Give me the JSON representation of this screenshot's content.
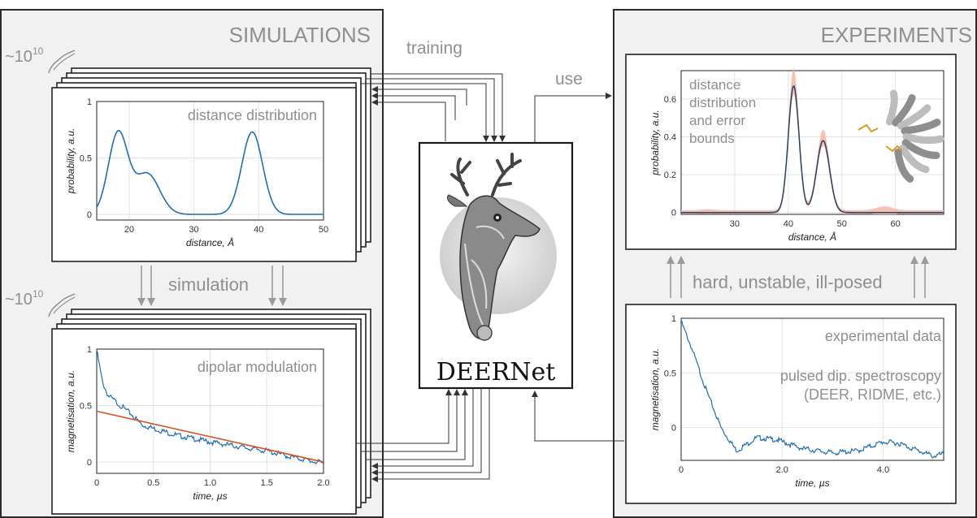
{
  "sections": {
    "simulations_title": "SIMULATIONS",
    "experiments_title": "EXPERIMENTS"
  },
  "stack_counts": {
    "top": {
      "base": "~10",
      "exp": "10"
    },
    "bottom": {
      "base": "~10",
      "exp": "10"
    }
  },
  "flow_labels": {
    "training": "training",
    "use": "use",
    "simulation": "simulation",
    "hard": "hard, unstable, ill-posed"
  },
  "network": {
    "name": "DEERNet"
  },
  "plots": {
    "sim_distance": {
      "label": "distance distribution",
      "xlabel": "distance, Å",
      "ylabel": "probability, a.u.",
      "xticks": [
        "20",
        "30",
        "40",
        "50"
      ],
      "yticks": [
        "0",
        "0.5",
        "1"
      ]
    },
    "sim_dipolar": {
      "label": "dipolar modulation",
      "xlabel": "time, µs",
      "ylabel": "magnetisation, a.u.",
      "xticks": [
        "0",
        "0.5",
        "1.0",
        "1.5",
        "2.0"
      ],
      "yticks": [
        "0",
        "0.5",
        "1"
      ]
    },
    "exp_distance": {
      "label_lines": [
        "distance",
        "distribution",
        "and error",
        "bounds"
      ],
      "xlabel": "distance, Å",
      "ylabel": "probability, a.u.",
      "xticks": [
        "30",
        "40",
        "50",
        "60"
      ],
      "yticks": [
        "0",
        "0.2",
        "0.4",
        "0.6"
      ]
    },
    "exp_data": {
      "label": "experimental data",
      "label2": "pulsed dip. spectroscopy",
      "label3": "(DEER, RIDME, etc.)",
      "xlabel": "time, µs",
      "ylabel": "magnetisation, a.u.",
      "xticks": [
        "0",
        "2.0",
        "4.0"
      ],
      "yticks": [
        "0",
        "0.5",
        "1"
      ]
    }
  },
  "chart_data": [
    {
      "type": "line",
      "xlabel": "distance, Å",
      "ylabel": "probability, a.u.",
      "xlim": [
        15,
        50
      ],
      "ylim": [
        -0.05,
        1.0
      ],
      "series": [
        {
          "components": [
            {
              "mu": 18.3,
              "sigma": 1.5,
              "amp": 0.72
            },
            {
              "mu": 22.8,
              "sigma": 1.9,
              "amp": 0.36
            },
            {
              "mu": 39.0,
              "sigma": 1.6,
              "amp": 0.73
            }
          ]
        }
      ]
    },
    {
      "type": "line",
      "xlabel": "time, µs",
      "ylabel": "magnetisation, a.u.",
      "xlim": [
        0,
        2.0
      ],
      "ylim": [
        -0.1,
        1.0
      ],
      "series": [
        {
          "x": [
            0,
            0.05,
            0.1,
            0.2,
            0.3,
            0.4,
            0.5,
            0.7,
            1.0,
            1.3,
            1.5,
            1.7,
            2.0
          ],
          "values": [
            1.0,
            0.72,
            0.6,
            0.52,
            0.44,
            0.34,
            0.31,
            0.25,
            0.19,
            0.14,
            0.11,
            0.06,
            0.0
          ]
        },
        {
          "x": [
            0,
            2.0
          ],
          "values": [
            0.45,
            0.0
          ]
        }
      ]
    },
    {
      "type": "line",
      "xlabel": "distance, Å",
      "ylabel": "probability, a.u.",
      "xlim": [
        20,
        69
      ],
      "ylim": [
        -0.01,
        0.75
      ],
      "series": [
        {
          "components": [
            {
              "mu": 41.0,
              "sigma": 1.0,
              "amp": 0.67
            },
            {
              "mu": 46.5,
              "sigma": 1.2,
              "amp": 0.38
            }
          ]
        }
      ]
    },
    {
      "type": "line",
      "xlabel": "time, µs",
      "ylabel": "magnetisation, a.u.",
      "xlim": [
        0,
        5.2
      ],
      "ylim": [
        -0.3,
        1.0
      ],
      "series": [
        {
          "x": [
            0,
            0.2,
            0.5,
            0.8,
            1.1,
            1.5,
            1.9,
            2.4,
            3.0,
            3.5,
            4.0,
            4.3,
            4.7,
            5.0,
            5.2
          ],
          "values": [
            0.98,
            0.75,
            0.35,
            0.0,
            -0.2,
            -0.08,
            -0.1,
            -0.18,
            -0.22,
            -0.2,
            -0.12,
            -0.13,
            -0.2,
            -0.25,
            -0.23
          ]
        }
      ]
    }
  ]
}
